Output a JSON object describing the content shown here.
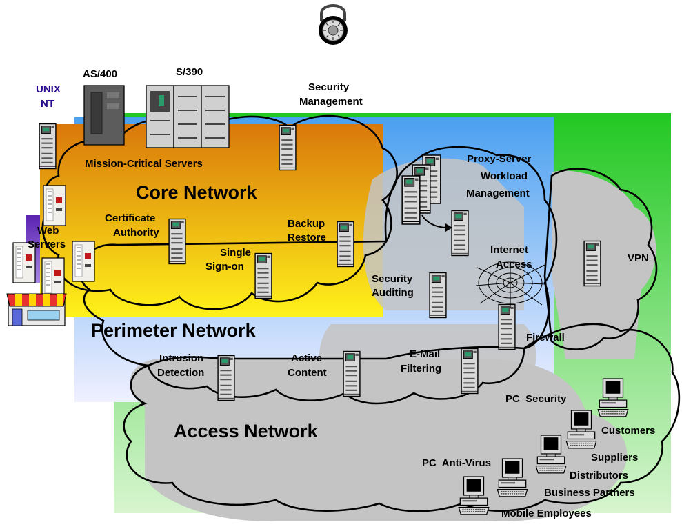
{
  "networks": {
    "core": "Core Network",
    "perimeter": "Perimeter Network",
    "access": "Access Network"
  },
  "labels": {
    "as400": "AS/400",
    "s390": "S/390",
    "unix": "UNIX",
    "nt": "NT",
    "security_mgmt_1": "Security",
    "security_mgmt_2": "Management",
    "mission_critical": "Mission-Critical Servers",
    "cert_1": "Certificate",
    "cert_2": "Authority",
    "single_1": "Single",
    "single_2": "Sign-on",
    "backup_1": "Backup",
    "backup_2": "Restore",
    "web_1": "Web",
    "web_2": "Servers",
    "proxy_1": "Proxy-Server",
    "proxy_2": "Workload",
    "proxy_3": "Management",
    "internet_1": "Internet",
    "internet_2": "Access",
    "vpn": "VPN",
    "sec_audit_1": "Security",
    "sec_audit_2": "Auditing",
    "firewall": "Firewall",
    "intrusion_1": "Intrusion",
    "intrusion_2": "Detection",
    "active_1": "Active",
    "active_2": "Content",
    "email_1": "E-Mail",
    "email_2": "Filtering",
    "pc_security": "PC  Security",
    "pc_antivirus": "PC  Anti-Virus",
    "customers": "Customers",
    "suppliers": "Suppliers",
    "distributors": "Distributors",
    "business_partners": "Business Partners",
    "mobile_employees": "Mobile Employees"
  },
  "colors": {
    "access_top": "#22c822",
    "access_bottom": "#d8f5d0",
    "perimeter_top": "#4aa0f0",
    "perimeter_bottom": "#f0f0ff",
    "core_top": "#d9780a",
    "core_bottom": "#fff21a",
    "web_panel": "#7a3ec8",
    "cloud_shadow": "#c4c4c4"
  }
}
